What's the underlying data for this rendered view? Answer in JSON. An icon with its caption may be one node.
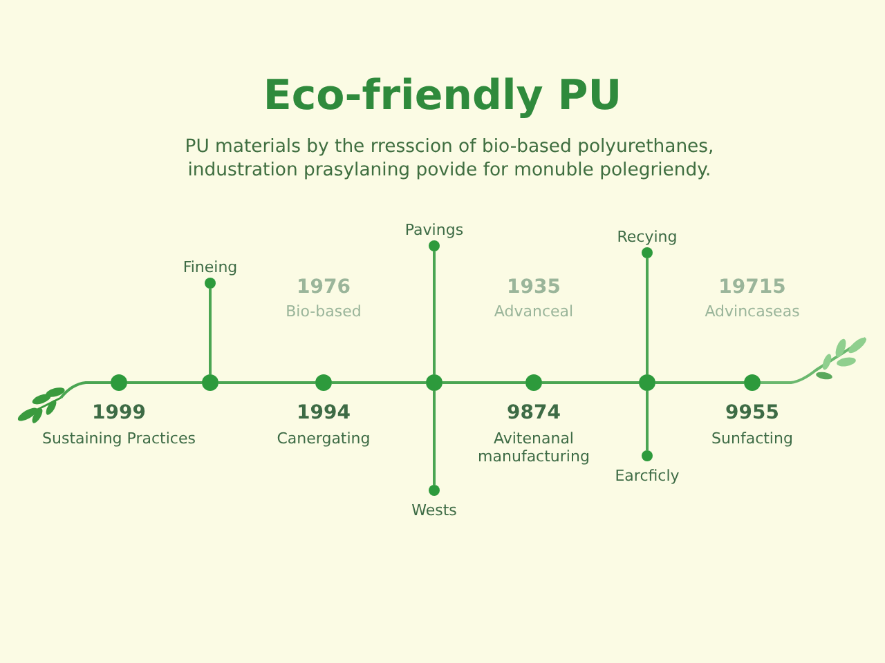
{
  "diagram": {
    "title": "Eco-friendly PU",
    "caption": "PU materials by the rresscion of bio-based polyurethanes, industration prasylaning povide for monuble polegriendy.",
    "nodes": [
      {
        "text": [],
        "shape": "circle",
        "beside": [
          "1999",
          "Sustaining Practices"
        ]
      },
      {
        "text": [],
        "shape": "circle"
      },
      {
        "text": [],
        "shape": "circle",
        "beside": [
          "1976",
          "Bio-based",
          "1994",
          "Canergating"
        ]
      },
      {
        "text": [],
        "shape": "circle"
      },
      {
        "text": [],
        "shape": "circle",
        "beside": [
          "1935",
          "Advanceal",
          "9874",
          "Avitenanal manufacturing"
        ]
      },
      {
        "text": [],
        "shape": "circle"
      },
      {
        "text": [],
        "shape": "circle",
        "beside": [
          "19715",
          "Advincaseas",
          "9955",
          "Sunfacting"
        ]
      },
      {
        "text": [],
        "shape": "circle",
        "beside": [
          "Fineing"
        ]
      },
      {
        "text": [],
        "shape": "circle",
        "beside": [
          "Pavings"
        ]
      },
      {
        "text": [],
        "shape": "circle",
        "beside": [
          "Wests"
        ]
      },
      {
        "text": [],
        "shape": "circle",
        "beside": [
          "Recying"
        ]
      },
      {
        "text": [],
        "shape": "circle",
        "beside": [
          "Earcficly"
        ]
      }
    ],
    "edges": [
      {
        "from": 0,
        "to": 1,
        "arrow": "none"
      },
      {
        "from": 1,
        "to": 2,
        "arrow": "none"
      },
      {
        "from": 2,
        "to": 3,
        "arrow": "none"
      },
      {
        "from": 3,
        "to": 4,
        "arrow": "none"
      },
      {
        "from": 4,
        "to": 5,
        "arrow": "none"
      },
      {
        "from": 5,
        "to": 6,
        "arrow": "none"
      },
      {
        "from": 1,
        "to": 7,
        "arrow": "none"
      },
      {
        "from": 3,
        "to": 8,
        "arrow": "none"
      },
      {
        "from": 3,
        "to": 9,
        "arrow": "none"
      },
      {
        "from": 5,
        "to": 10,
        "arrow": "none"
      },
      {
        "from": 5,
        "to": 11,
        "arrow": "none"
      }
    ]
  }
}
